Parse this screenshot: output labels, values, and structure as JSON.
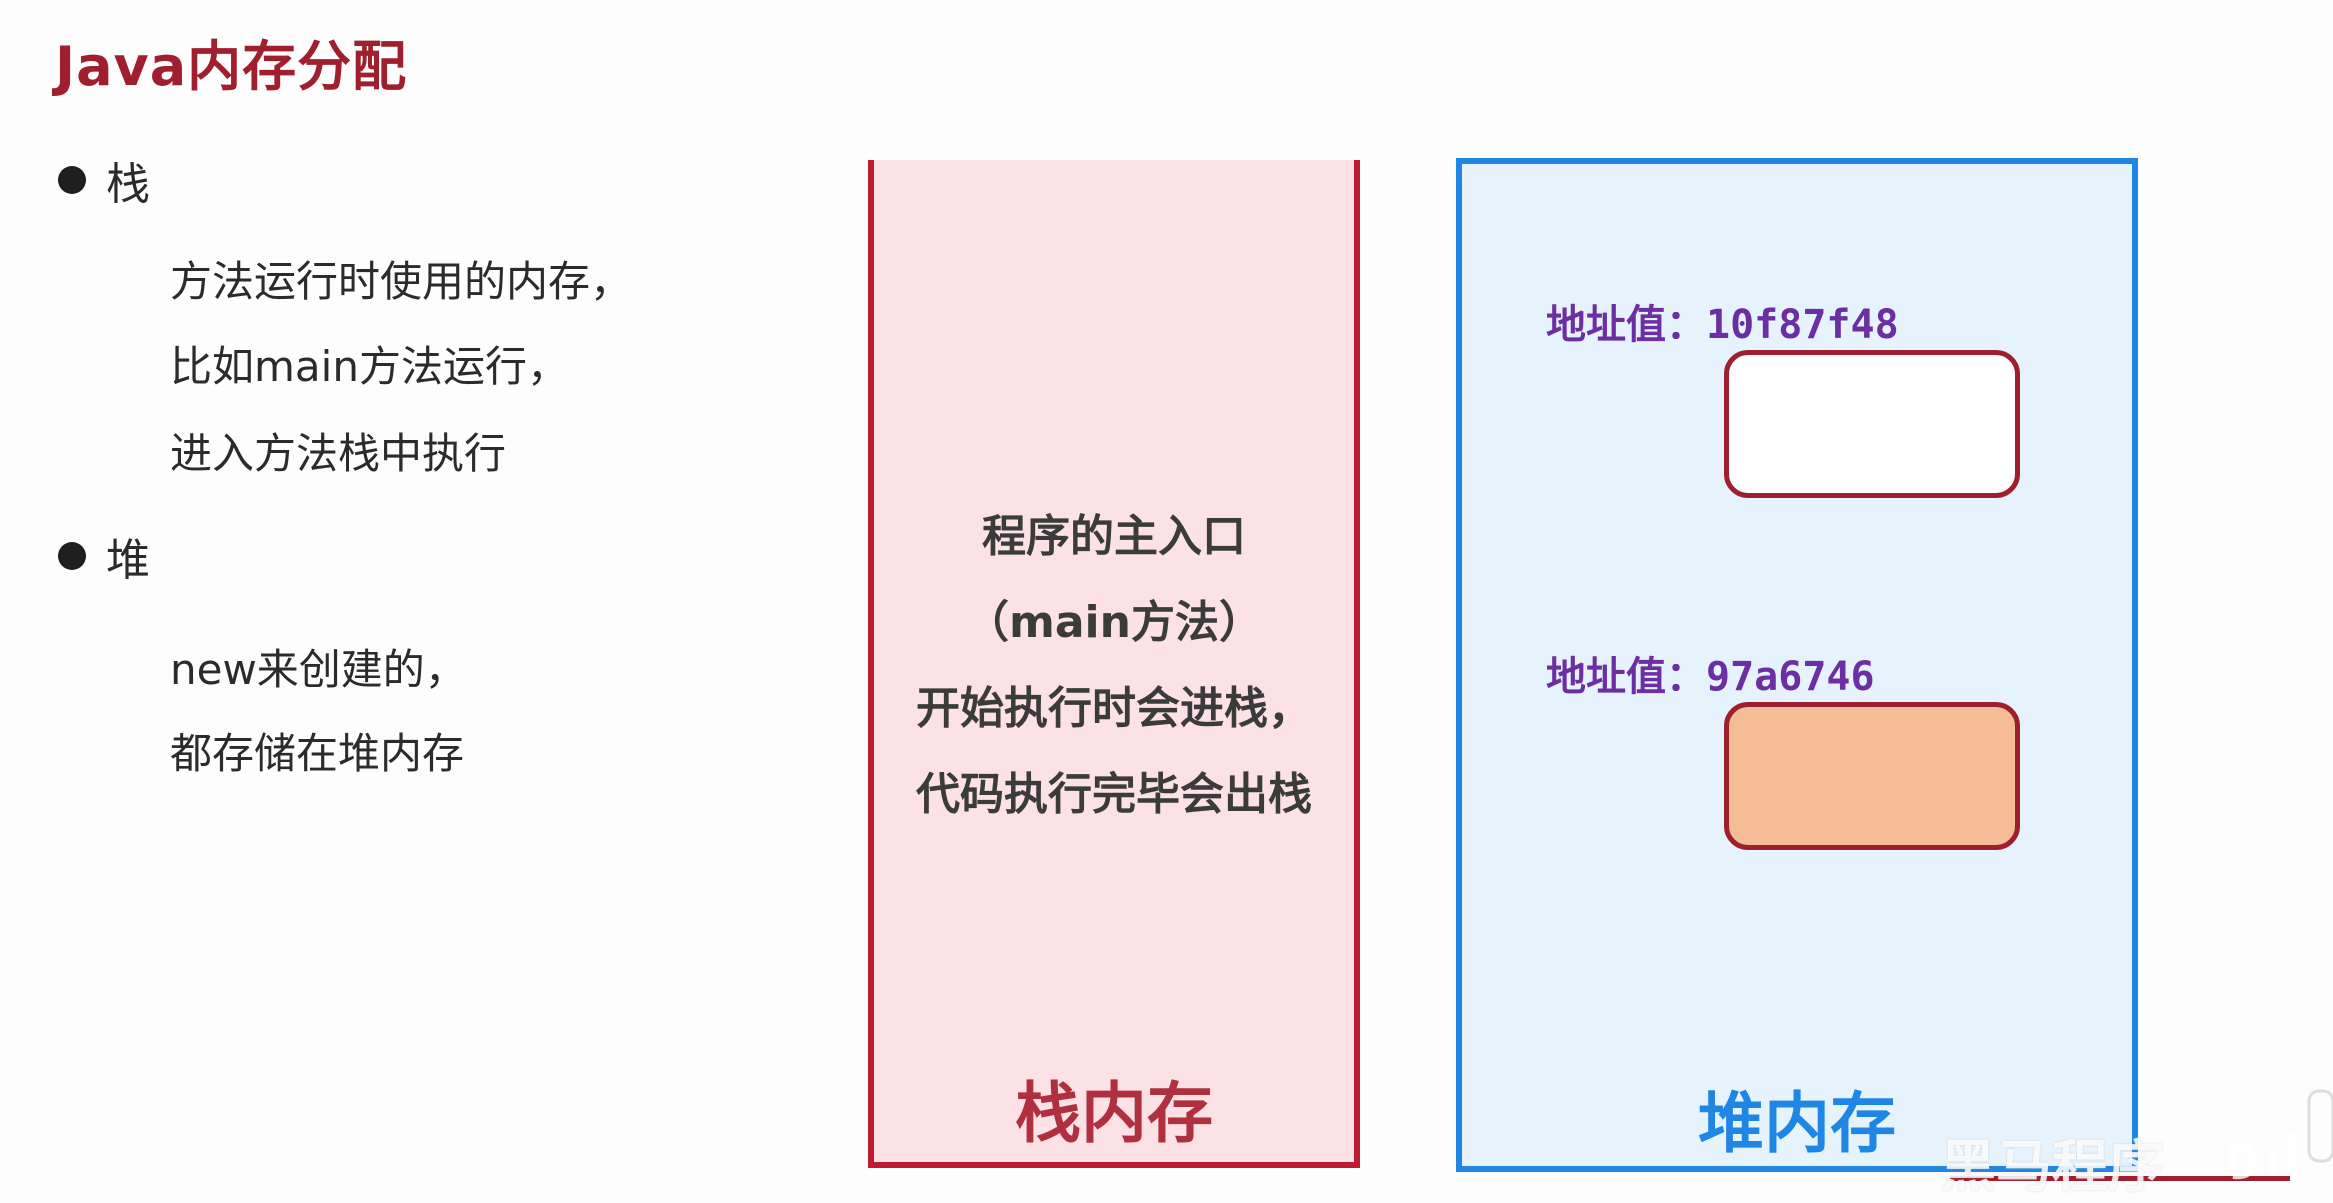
{
  "title": "Java内存分配",
  "bullets": [
    {
      "heading": "栈",
      "lines": [
        "方法运行时使用的内存，",
        "比如main方法运行，",
        "进入方法栈中执行"
      ]
    },
    {
      "heading": "堆",
      "lines": [
        "new来创建的，",
        "都存储在堆内存"
      ]
    }
  ],
  "stack": {
    "notes": [
      "程序的主入口",
      "（main方法）",
      "开始执行时会进栈，",
      "代码执行完毕会出栈"
    ],
    "label": "栈内存"
  },
  "heap": {
    "label": "堆内存",
    "objects": [
      {
        "address_label": "地址值：",
        "address": "10f87f48",
        "fill": "#ffffff"
      },
      {
        "address_label": "地址值：",
        "address": "97a6746",
        "fill": "#f5bd95"
      }
    ]
  },
  "watermark": "黑马程序"
}
